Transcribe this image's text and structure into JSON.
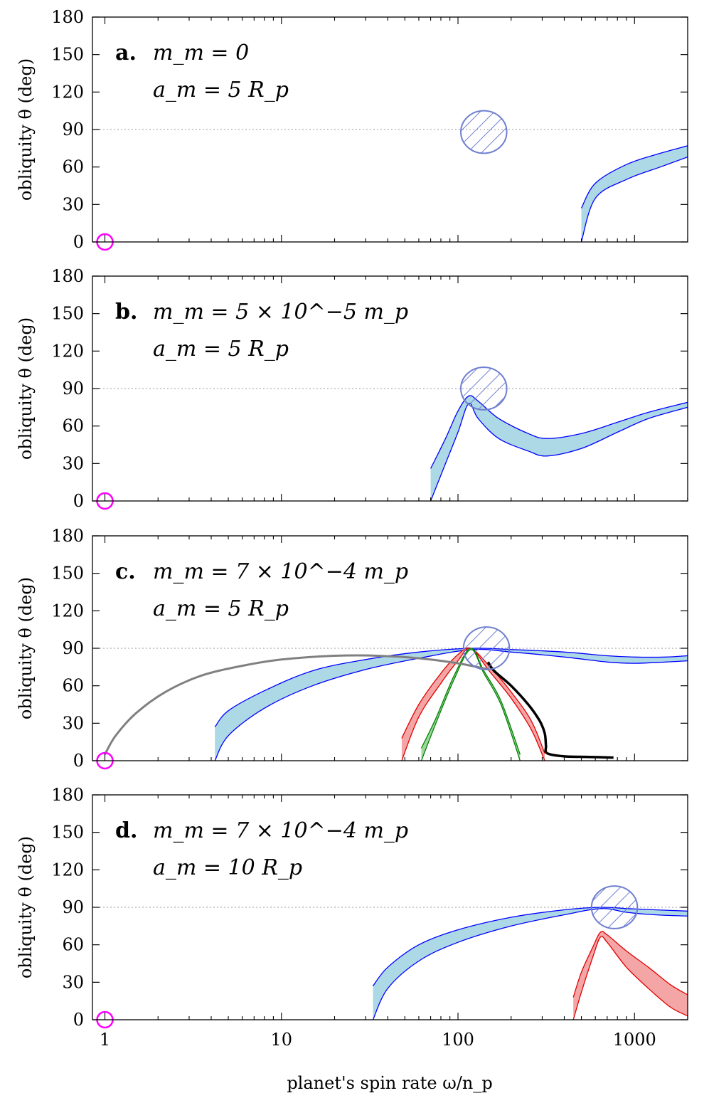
{
  "colors": {
    "band_blue_fill": "#add8e6",
    "band_blue_edge": "#0000ff",
    "band_red_fill": "#f4a6a6",
    "band_red_edge": "#e00000",
    "band_green_fill": "#9fd89f",
    "band_green_edge": "#008000",
    "track_grey": "#808080",
    "track_black": "#000000",
    "hatch_region": "#6f7fcf",
    "start_marker": "#ff00ff",
    "ref_line": "#999999"
  },
  "chart_data": {
    "type": "line",
    "shared_x_axis": {
      "label": "planet's spin rate ω/n_p",
      "scale": "log",
      "xlim": [
        0.85,
        2000
      ],
      "tick_values": [
        1,
        10,
        100,
        1000
      ],
      "tick_labels": [
        "1",
        "10",
        "100",
        "1000"
      ]
    },
    "panels": [
      {
        "id": "a",
        "letter": "a.",
        "line1": "m_m = 0",
        "line2": "a_m = 5 R_p",
        "ylabel": "obliquity θ (deg)",
        "ylim": [
          0,
          180
        ],
        "yticks": [
          0,
          30,
          60,
          90,
          120,
          150,
          180
        ],
        "reference_line_y": 90,
        "start_marker": {
          "x": 1,
          "y": 0
        },
        "hatched_region": {
          "center_x": 140,
          "center_y": 88,
          "width_dex": 0.26,
          "height_deg": 40
        },
        "series": [
          {
            "color": "blue",
            "points": [
              [
                500,
                0,
                27
              ],
              [
                600,
                35,
                47
              ],
              [
                900,
                50,
                62
              ],
              [
                1400,
                60,
                71
              ],
              [
                2000,
                68,
                77
              ]
            ]
          }
        ]
      },
      {
        "id": "b",
        "letter": "b.",
        "line1": "m_m = 5 × 10^−5 m_p",
        "line2": "a_m = 5 R_p",
        "ylabel": "obliquity θ (deg)",
        "ylim": [
          0,
          180
        ],
        "yticks": [
          0,
          30,
          60,
          90,
          120,
          150,
          180
        ],
        "reference_line_y": 90,
        "start_marker": {
          "x": 1,
          "y": 0
        },
        "hatched_region": {
          "center_x": 140,
          "center_y": 90,
          "width_dex": 0.26,
          "height_deg": 40
        },
        "series": [
          {
            "color": "blue",
            "points": [
              [
                70,
                0,
                26
              ],
              [
                85,
                30,
                50
              ],
              [
                100,
                55,
                72
              ],
              [
                115,
                78,
                84
              ],
              [
                130,
                66,
                80
              ],
              [
                170,
                50,
                66
              ],
              [
                250,
                40,
                54
              ],
              [
                320,
                36,
                50
              ],
              [
                500,
                42,
                54
              ],
              [
                800,
                55,
                63
              ],
              [
                1200,
                66,
                71
              ],
              [
                2000,
                75,
                79
              ]
            ]
          }
        ]
      },
      {
        "id": "c",
        "letter": "c.",
        "line1": "m_m = 7 × 10^−4 m_p",
        "line2": "a_m = 5 R_p",
        "ylabel": "obliquity θ (deg)",
        "ylim": [
          0,
          180
        ],
        "yticks": [
          0,
          30,
          60,
          90,
          120,
          150,
          180
        ],
        "reference_line_y": 90,
        "start_marker": {
          "x": 1,
          "y": 0
        },
        "hatched_region": {
          "center_x": 145,
          "center_y": 90,
          "width_dex": 0.26,
          "height_deg": 40
        },
        "series": [
          {
            "color": "blue",
            "points": [
              [
                4.2,
                0,
                27
              ],
              [
                5,
                20,
                40
              ],
              [
                8,
                42,
                56
              ],
              [
                15,
                60,
                72
              ],
              [
                30,
                73,
                81
              ],
              [
                60,
                82,
                87
              ],
              [
                120,
                89,
                90
              ],
              [
                200,
                87,
                89
              ],
              [
                400,
                83,
                87
              ],
              [
                700,
                79,
                84
              ],
              [
                1000,
                78,
                83
              ],
              [
                1500,
                79,
                83
              ],
              [
                2000,
                80,
                84
              ]
            ]
          },
          {
            "color": "red",
            "points": [
              [
                48,
                0,
                18
              ],
              [
                60,
                35,
                45
              ],
              [
                80,
                62,
                70
              ],
              [
                100,
                80,
                85
              ],
              [
                118,
                90,
                90
              ],
              [
                150,
                72,
                76
              ],
              [
                200,
                50,
                55
              ],
              [
                260,
                25,
                32
              ],
              [
                310,
                0,
                6
              ]
            ]
          },
          {
            "color": "green",
            "points": [
              [
                62,
                0,
                10
              ],
              [
                75,
                30,
                34
              ],
              [
                95,
                65,
                68
              ],
              [
                118,
                89,
                90
              ],
              [
                140,
                70,
                72
              ],
              [
                175,
                45,
                48
              ],
              [
                225,
                0,
                5
              ]
            ]
          },
          {
            "color": "grey",
            "points": [
              [
                1,
                5
              ],
              [
                1.15,
                20
              ],
              [
                1.5,
                38
              ],
              [
                2.2,
                55
              ],
              [
                3.5,
                68
              ],
              [
                6,
                76
              ],
              [
                10,
                81
              ],
              [
                20,
                84
              ],
              [
                35,
                84
              ],
              [
                60,
                82
              ],
              [
                100,
                78
              ],
              [
                150,
                73
              ]
            ]
          },
          {
            "color": "black",
            "points": [
              [
                148,
                79
              ],
              [
                160,
                72
              ],
              [
                200,
                60
              ],
              [
                250,
                45
              ],
              [
                290,
                32
              ],
              [
                310,
                22
              ],
              [
                315,
                12
              ],
              [
                320,
                6
              ],
              [
                400,
                3.5
              ],
              [
                550,
                3
              ],
              [
                760,
                2.5
              ]
            ]
          }
        ]
      },
      {
        "id": "d",
        "letter": "d.",
        "line1": "m_m = 7 × 10^−4 m_p",
        "line2": "a_m = 10 R_p",
        "ylabel": "obliquity θ (deg)",
        "ylim": [
          0,
          180
        ],
        "yticks": [
          0,
          30,
          60,
          90,
          120,
          150,
          180
        ],
        "reference_line_y": 90,
        "start_marker": {
          "x": 1,
          "y": 0
        },
        "hatched_region": {
          "center_x": 770,
          "center_y": 90,
          "width_dex": 0.26,
          "height_deg": 40
        },
        "series": [
          {
            "color": "blue",
            "points": [
              [
                33,
                0,
                27
              ],
              [
                40,
                25,
                42
              ],
              [
                60,
                47,
                60
              ],
              [
                100,
                62,
                72
              ],
              [
                200,
                75,
                82
              ],
              [
                400,
                84,
                88
              ],
              [
                650,
                89,
                90
              ],
              [
                900,
                86,
                89
              ],
              [
                1300,
                84,
                88
              ],
              [
                2000,
                83,
                87
              ]
            ]
          },
          {
            "color": "red",
            "points": [
              [
                450,
                0,
                18
              ],
              [
                500,
                22,
                38
              ],
              [
                580,
                50,
                58
              ],
              [
                640,
                66,
                70
              ],
              [
                700,
                62,
                68
              ],
              [
                900,
                42,
                55
              ],
              [
                1200,
                25,
                42
              ],
              [
                1600,
                10,
                28
              ],
              [
                2000,
                3,
                20
              ]
            ]
          }
        ]
      }
    ]
  }
}
